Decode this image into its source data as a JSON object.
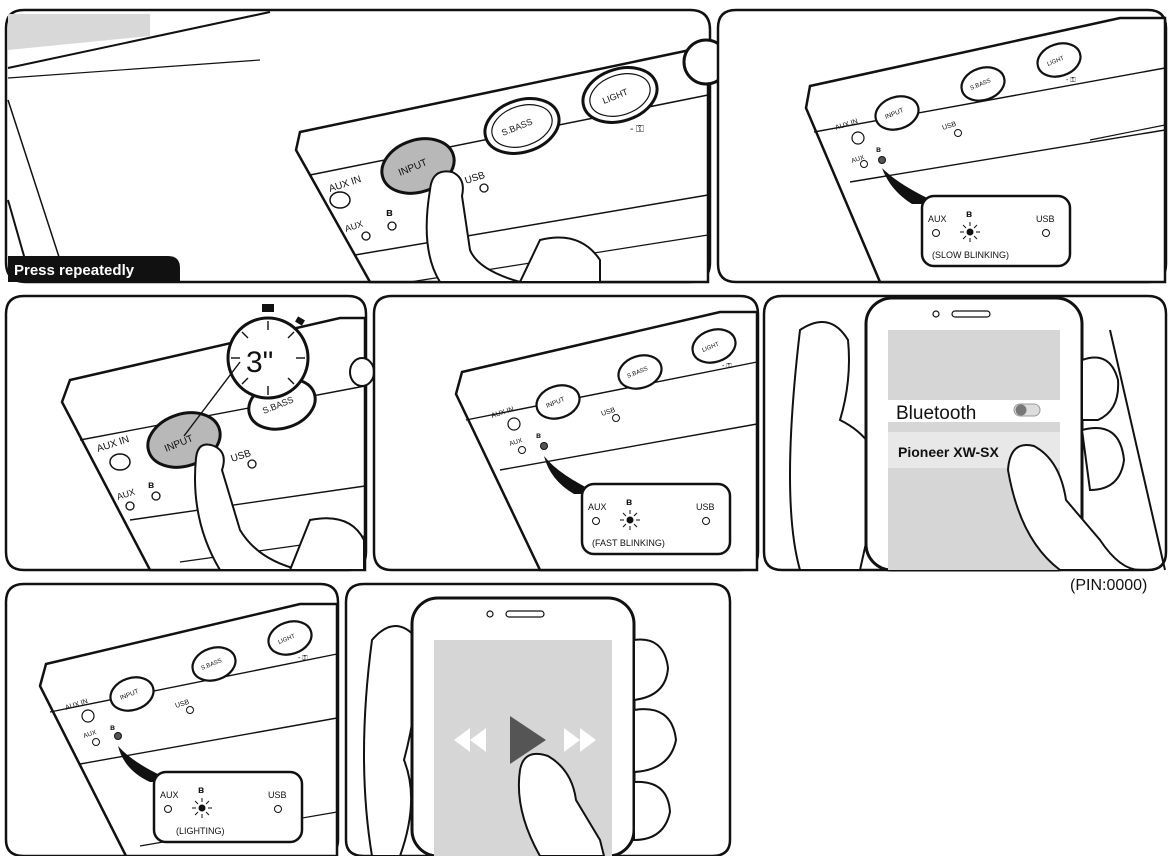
{
  "panel1": {
    "caption": "Press repeatedly",
    "buttons": {
      "input": "INPUT",
      "sbass": "S.BASS",
      "light": "LIGHT"
    },
    "labels": {
      "aux_in": "AUX IN",
      "aux": "AUX",
      "usb": "USB"
    }
  },
  "panel2": {
    "buttons": {
      "input": "INPUT",
      "sbass": "S.BASS",
      "light": "LIGHT"
    },
    "labels": {
      "aux_in": "AUX IN",
      "aux": "AUX",
      "usb": "USB"
    },
    "callout": {
      "aux": "AUX",
      "usb": "USB",
      "status": "(SLOW BLINKING)"
    }
  },
  "panel3": {
    "timer": "3\"",
    "buttons": {
      "input": "INPUT",
      "sbass": "S.BASS"
    },
    "labels": {
      "aux_in": "AUX IN",
      "aux": "AUX",
      "usb": "USB"
    }
  },
  "panel4": {
    "buttons": {
      "input": "INPUT",
      "sbass": "S.BASS",
      "light": "LIGHT"
    },
    "labels": {
      "aux_in": "AUX IN",
      "aux": "AUX",
      "usb": "USB"
    },
    "callout": {
      "aux": "AUX",
      "usb": "USB",
      "status": "(FAST BLINKING)"
    }
  },
  "panel5": {
    "bluetooth_label": "Bluetooth",
    "device_name": "Pioneer XW-SX",
    "pin_note": "(PIN:0000)"
  },
  "panel6": {
    "buttons": {
      "input": "INPUT",
      "sbass": "S.BASS",
      "light": "LIGHT"
    },
    "labels": {
      "aux_in": "AUX IN",
      "aux": "AUX",
      "usb": "USB"
    },
    "callout": {
      "aux": "AUX",
      "usb": "USB",
      "status": "(LIGHTING)"
    }
  },
  "colors": {
    "line": "#111111",
    "button_pressed": "#b8b8b8",
    "screen": "#d6d6d6",
    "caption_bg": "#111111"
  }
}
